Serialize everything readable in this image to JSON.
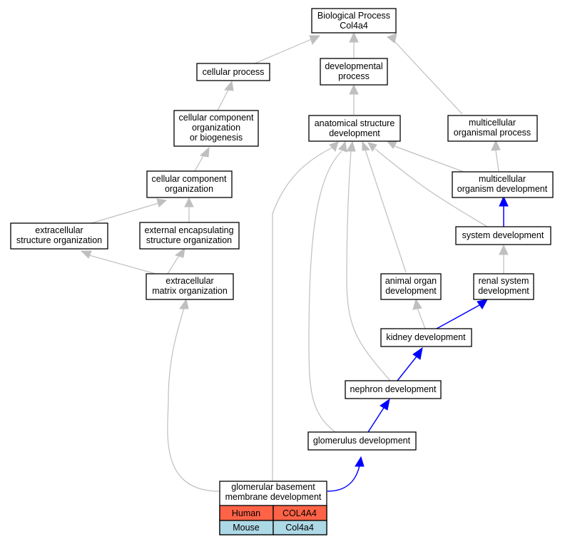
{
  "nodes": {
    "root": [
      "Biological Process",
      "Col4a4"
    ],
    "cellular_process": [
      "cellular process"
    ],
    "developmental_process": [
      "developmental",
      "process"
    ],
    "ccob": [
      "cellular component",
      "organization",
      "or biogenesis"
    ],
    "asd": [
      "anatomical structure",
      "development"
    ],
    "mop": [
      "multicellular",
      "organismal process"
    ],
    "cco": [
      "cellular component",
      "organization"
    ],
    "mod": [
      "multicellular",
      "organism development"
    ],
    "eso": [
      "extracellular",
      "structure organization"
    ],
    "eeso": [
      "external encapsulating",
      "structure organization"
    ],
    "sysdev": [
      "system development"
    ],
    "emo": [
      "extracellular",
      "matrix organization"
    ],
    "aod": [
      "animal organ",
      "development"
    ],
    "rsd": [
      "renal system",
      "development"
    ],
    "kidney": [
      "kidney development"
    ],
    "nephron": [
      "nephron development"
    ],
    "glom": [
      "glomerulus development"
    ],
    "gbm": [
      "glomerular basement",
      "membrane development"
    ]
  },
  "gene_table": {
    "rows": [
      {
        "species": "Human",
        "gene": "COL4A4",
        "color": "#ff6347"
      },
      {
        "species": "Mouse",
        "gene": "Col4a4",
        "color": "#add8e6"
      }
    ]
  },
  "colors": {
    "edge_default": "#bfbfbf",
    "edge_highlight": "#0000ff"
  }
}
